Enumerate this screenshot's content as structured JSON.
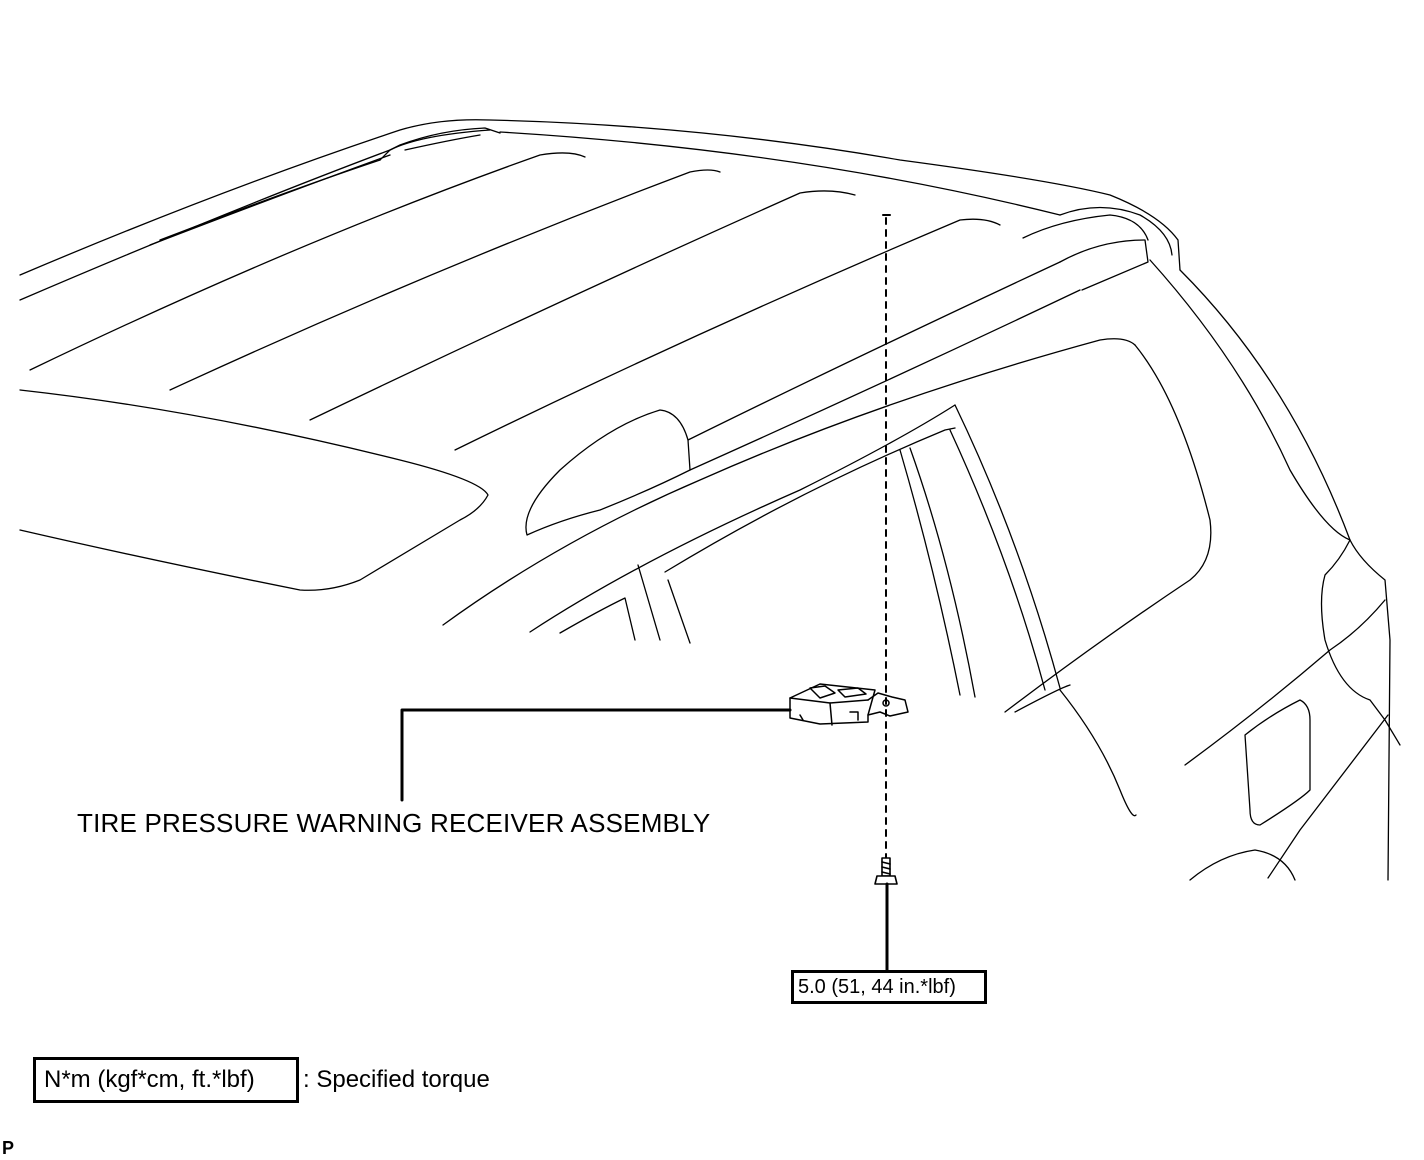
{
  "callouts": {
    "part_name": "TIRE PRESSURE WARNING RECEIVER ASSEMBLY",
    "torque": "5.0 (51, 44 in.*lbf)"
  },
  "legend": {
    "unit": "N*m (kgf*cm, ft.*lbf)",
    "description": ": Specified torque"
  },
  "page_marker": "P"
}
